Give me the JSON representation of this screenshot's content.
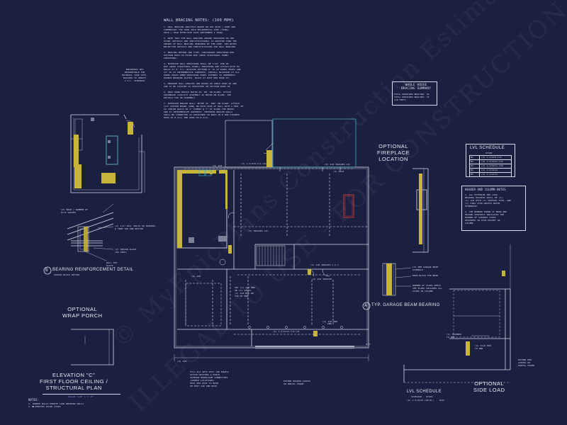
{
  "wall_bracing": {
    "title": "WALL BRACING NOTES: (100 MPH)",
    "body": "1. WALL BRACING ANALYSIS BASED ON IRC 2018 / CODE AND\nCOMMENTARY FOR YEAR 2018 RESIDENTIAL CODE (FINAL\n2018 + YEAR EFFECTIVE DATE SEPTEMBER 1 YEAR)\n\n2. NOTE THAT THE WALL BRACING AMOUNT PROVIDED ON THE\nPLANS (DETAILS AND SPECIFICATIONS) IS GREATER THAN THE\nAMOUNT OF WALL BRACING REQUIRED BY THE CODE. SEE NOTES\nBELOW FOR DETAILS AND SPECIFICATIONS FOR WALL BRACING.\n\n3. BRACING METHOD AND TYPE: CONTINUOUS SHEATHING PER\nSECTION R602.10 USING WSP (WOOD STRUCTURAL PANEL\nSHEATHING).\n\n4. EXTERIOR WALL SHEATHING SHALL BE 7/16\" OSB OR\nWSP (WOOD STRUCTURAL PANEL) SHEATHING AND ATTACH WITH 8d\nNAILS AT 6\" O.C. NAILING PATTERN 6\" OC AT PANEL EDGES AND\n12\" OC AT INTERMEDIATE SUPPORTS. INSTALL BLOCKING AT ALL\nPANEL EDGES WHEN SHEATHING PANEL EXTENDS TO UPPERMOST\nDOUBLE BEARING PLATES. BLOCK AT ROOF PER R602.10.\n\n5. MINIMUM WALL LENGTHS ARE BASED ON TABLE R602.10 AND\nARE TO BE LOCATED AS SPECIFIED IN SECTION R602.10.\n\n6. HOLD DOWN DEVICE NOTED AS 'HD' ON PLANS: ATTACH\nANCHORAGE CAPACITY ASSEMBLY AS NOTED ON PLANS. SEE\nDETAILS FOR HD ASSEMBLY.\n\n7. INTERIOR BRACED WALL: NOTED AS 'IBW' ON PLANS. ATTACH\n1/2\" GYPSUM BOARD (GWB) ON EACH SIDE OF WALL WITH A MIN. OF\n5d COOLER NAILS OR 1\" SCREWS @ 7\" OC ALONG THE EDGES\nAND AT INTERMEDIATE SUPPORTS. INTERIOR BRACED WALLS\nSHALL BE CONNECTED AS DESCRIBED IN R602.10.8 AND FIGURES\nR602.10.8.4(1) AND R602.10.8.4(2)."
  },
  "engineer_note": "ENGINEERS NOT\nRESPONSIBLE FOR\nMATERIAL TAKE OFFS.\nBUILDER TO VERIFY\nL.V.L. SCHEDULE",
  "whole_house": {
    "title": "WHOLE HOUSE\nBRACING SUMMARY",
    "body": "TOTAL REQUIRED BRACING: 36\nTOTAL PROVIDED BRACING: 74\n(IN FEET)"
  },
  "fireplace": {
    "title": "OPTIONAL\nFIREPLACE\nLOCATION"
  },
  "lvl_schedule": {
    "title": "LVL SCHEDULE",
    "sub": "STOCK",
    "rows": [
      {
        "id": "B1",
        "desc": "(2) 1-3/4x9-1/2"
      },
      {
        "id": "B2",
        "desc": "(2) 1-3/4x11-7/8"
      },
      {
        "id": "B3",
        "desc": "(3) 1-3/4x11-7/8"
      },
      {
        "id": "B4",
        "desc": "(2) 1-3/4x14"
      },
      {
        "id": "B5",
        "desc": "(3) 1-3/4x14"
      }
    ]
  },
  "header_notes": {
    "title": "HEADER AND COLUMN NOTES",
    "body": "1. ALL EXTERIOR AND LOAD\nBEARING HEADERS SHALL BE (2)\n(1) 2x8 WITH (1) SUPPORT STUD, AND\n(1) KING STUD UNLESS NOTED\nOTHERWISE.\n\n2. THE NUMBER SHOWN AT BEAM AND\nHEADER SUPPORTS INDICATES THE\nNUMBER OF SUPPORT STUDS\nREQUIRED IN STUD POCKET OR\nCOLUMN."
  },
  "bearing_detail": {
    "num": "B",
    "title": "BEARING REINFORCEMENT DETAIL",
    "sub": "SQUASH BLOCK OPTION",
    "notes": [
      "LVL BEAM / NUMBER OF\nPLYS VARIES",
      "(2) 1/2\" DIA. BOLTS OR WASHERS\n@ FROM TOP AND BOTTOM",
      "(2) SQUASH BLOCK\n(EA SIDE)",
      "WALL TOP\nPLATE"
    ]
  },
  "wrap_porch": {
    "title": "OPTIONAL\nWRAP PORCH"
  },
  "garage_beam": {
    "num": "A",
    "title": "TYP. GARAGE BEAM BEARING",
    "notes": [
      "LVL PER GARAGE BEAM\nSCHEDULE",
      "BEAM BLOCK FOR BEAM",
      "NUMBER OF STUDS SPECS\nSEE PLANS INCLUDES ALL\nSTUDS IN COLUMN"
    ]
  },
  "side_load": {
    "title": "OPTIONAL\nSIDE LOAD",
    "notes": [
      "(2) 2x10 HDR\nTO HDR",
      "(1) TRIMMER\nTO HDR",
      "EXTEND HDR\nACROSS OR\nPORTAL FRAME"
    ]
  },
  "lvl_schedule2": {
    "title": "LVL SCHEDULE",
    "sub": "SIDELOAD - STOCK",
    "row": "(2) 1-3/4x18 (GR.DL)    ASIC"
  },
  "elevation": {
    "title": "ELEVATION \"C\"\nFIRST FLOOR CEILING /\nSTRUCTURAL PLAN",
    "scale": "SCALE: 1/8\" = 1'-0\"",
    "notes_head": "NOTES:",
    "notes": "1. SHADED WALLS DENOTE LOAD BEARING WALLS\n2. ■ DENOTES SOLID STUDS"
  },
  "plan_labels": {
    "beam_top": "(3) 1-3/4x9-1/2 LVL",
    "beam_mid": "(3) TRUSSES LVL",
    "beam_right": "(2) 2x8 TRUSSES LVL",
    "beam_low": "(2) 2x8 TRUSSES L.V.L",
    "beam_low2": "(2) 2x8 TRUSSES",
    "beam_bot": "(2) 1-3/4x11-7/8 LVL",
    "hdr1": "(2) 2x8",
    "hdr2": "(2) 2x10",
    "hdr3": "(2) 2x6",
    "hdr4": "(2) 2x8 HDR",
    "ibw": "IBW",
    "set_note": "SET (1) 2x8 HDR\nON (1) STUDS,\n(1) 2x8 HDR ON\nTOP OF HDR",
    "portal": "EXTEND HEADER ACROSS\nOR PORTAL FRAME",
    "attach": "FILL 4x4 SETS POST (OR EQUIV)\nATTACH BUTTERS & PORCH\nSIMPSON HURRICANE CONNECTORS\n(APPROX LOCATIONS)\nPOST PER POST TO BEAM\nUP-POST CAP AND BASE",
    "dim_small": "(2) 2x8",
    "ct": "4.0°"
  },
  "watermark": {
    "line1": "© MyEpicPlans Construction Estimating",
    "line2": "ILLEGAL TO USE - FOR CONSTRUCTION"
  }
}
